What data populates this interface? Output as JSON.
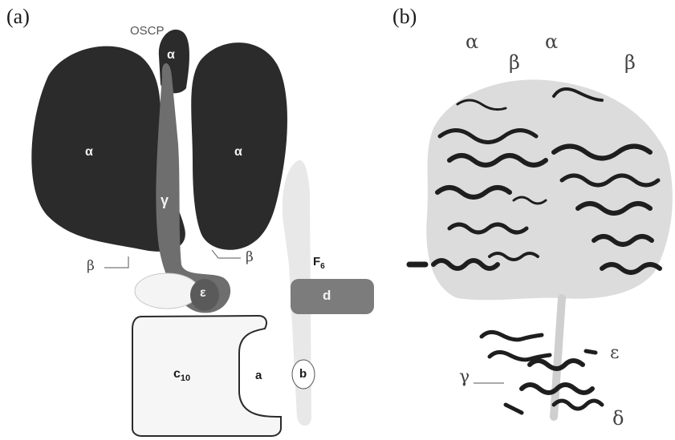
{
  "panel_a": {
    "label": "(a)",
    "oscp": "OSCP",
    "alpha_top": "α",
    "alpha_left": "α",
    "alpha_right": "α",
    "gamma": "γ",
    "epsilon": "ε",
    "beta_left": "β",
    "beta_right": "β",
    "f6": "F",
    "f6_sub": "6",
    "d": "d",
    "c10": "c",
    "c10_sub": "10",
    "a": "a",
    "b": "b"
  },
  "panel_b": {
    "label": "(b)",
    "alpha_1": "α",
    "beta_1": "β",
    "alpha_2": "α",
    "beta_2": "β",
    "epsilon": "ε",
    "gamma": "γ",
    "delta": "δ"
  },
  "colors": {
    "alpha_dark": "#2b2b2b",
    "gamma_stalk": "#6e6e6e",
    "d_subunit": "#7a7a7a",
    "light_membrane": "#f3f3f3",
    "stator_light": "#e4e4e4"
  }
}
